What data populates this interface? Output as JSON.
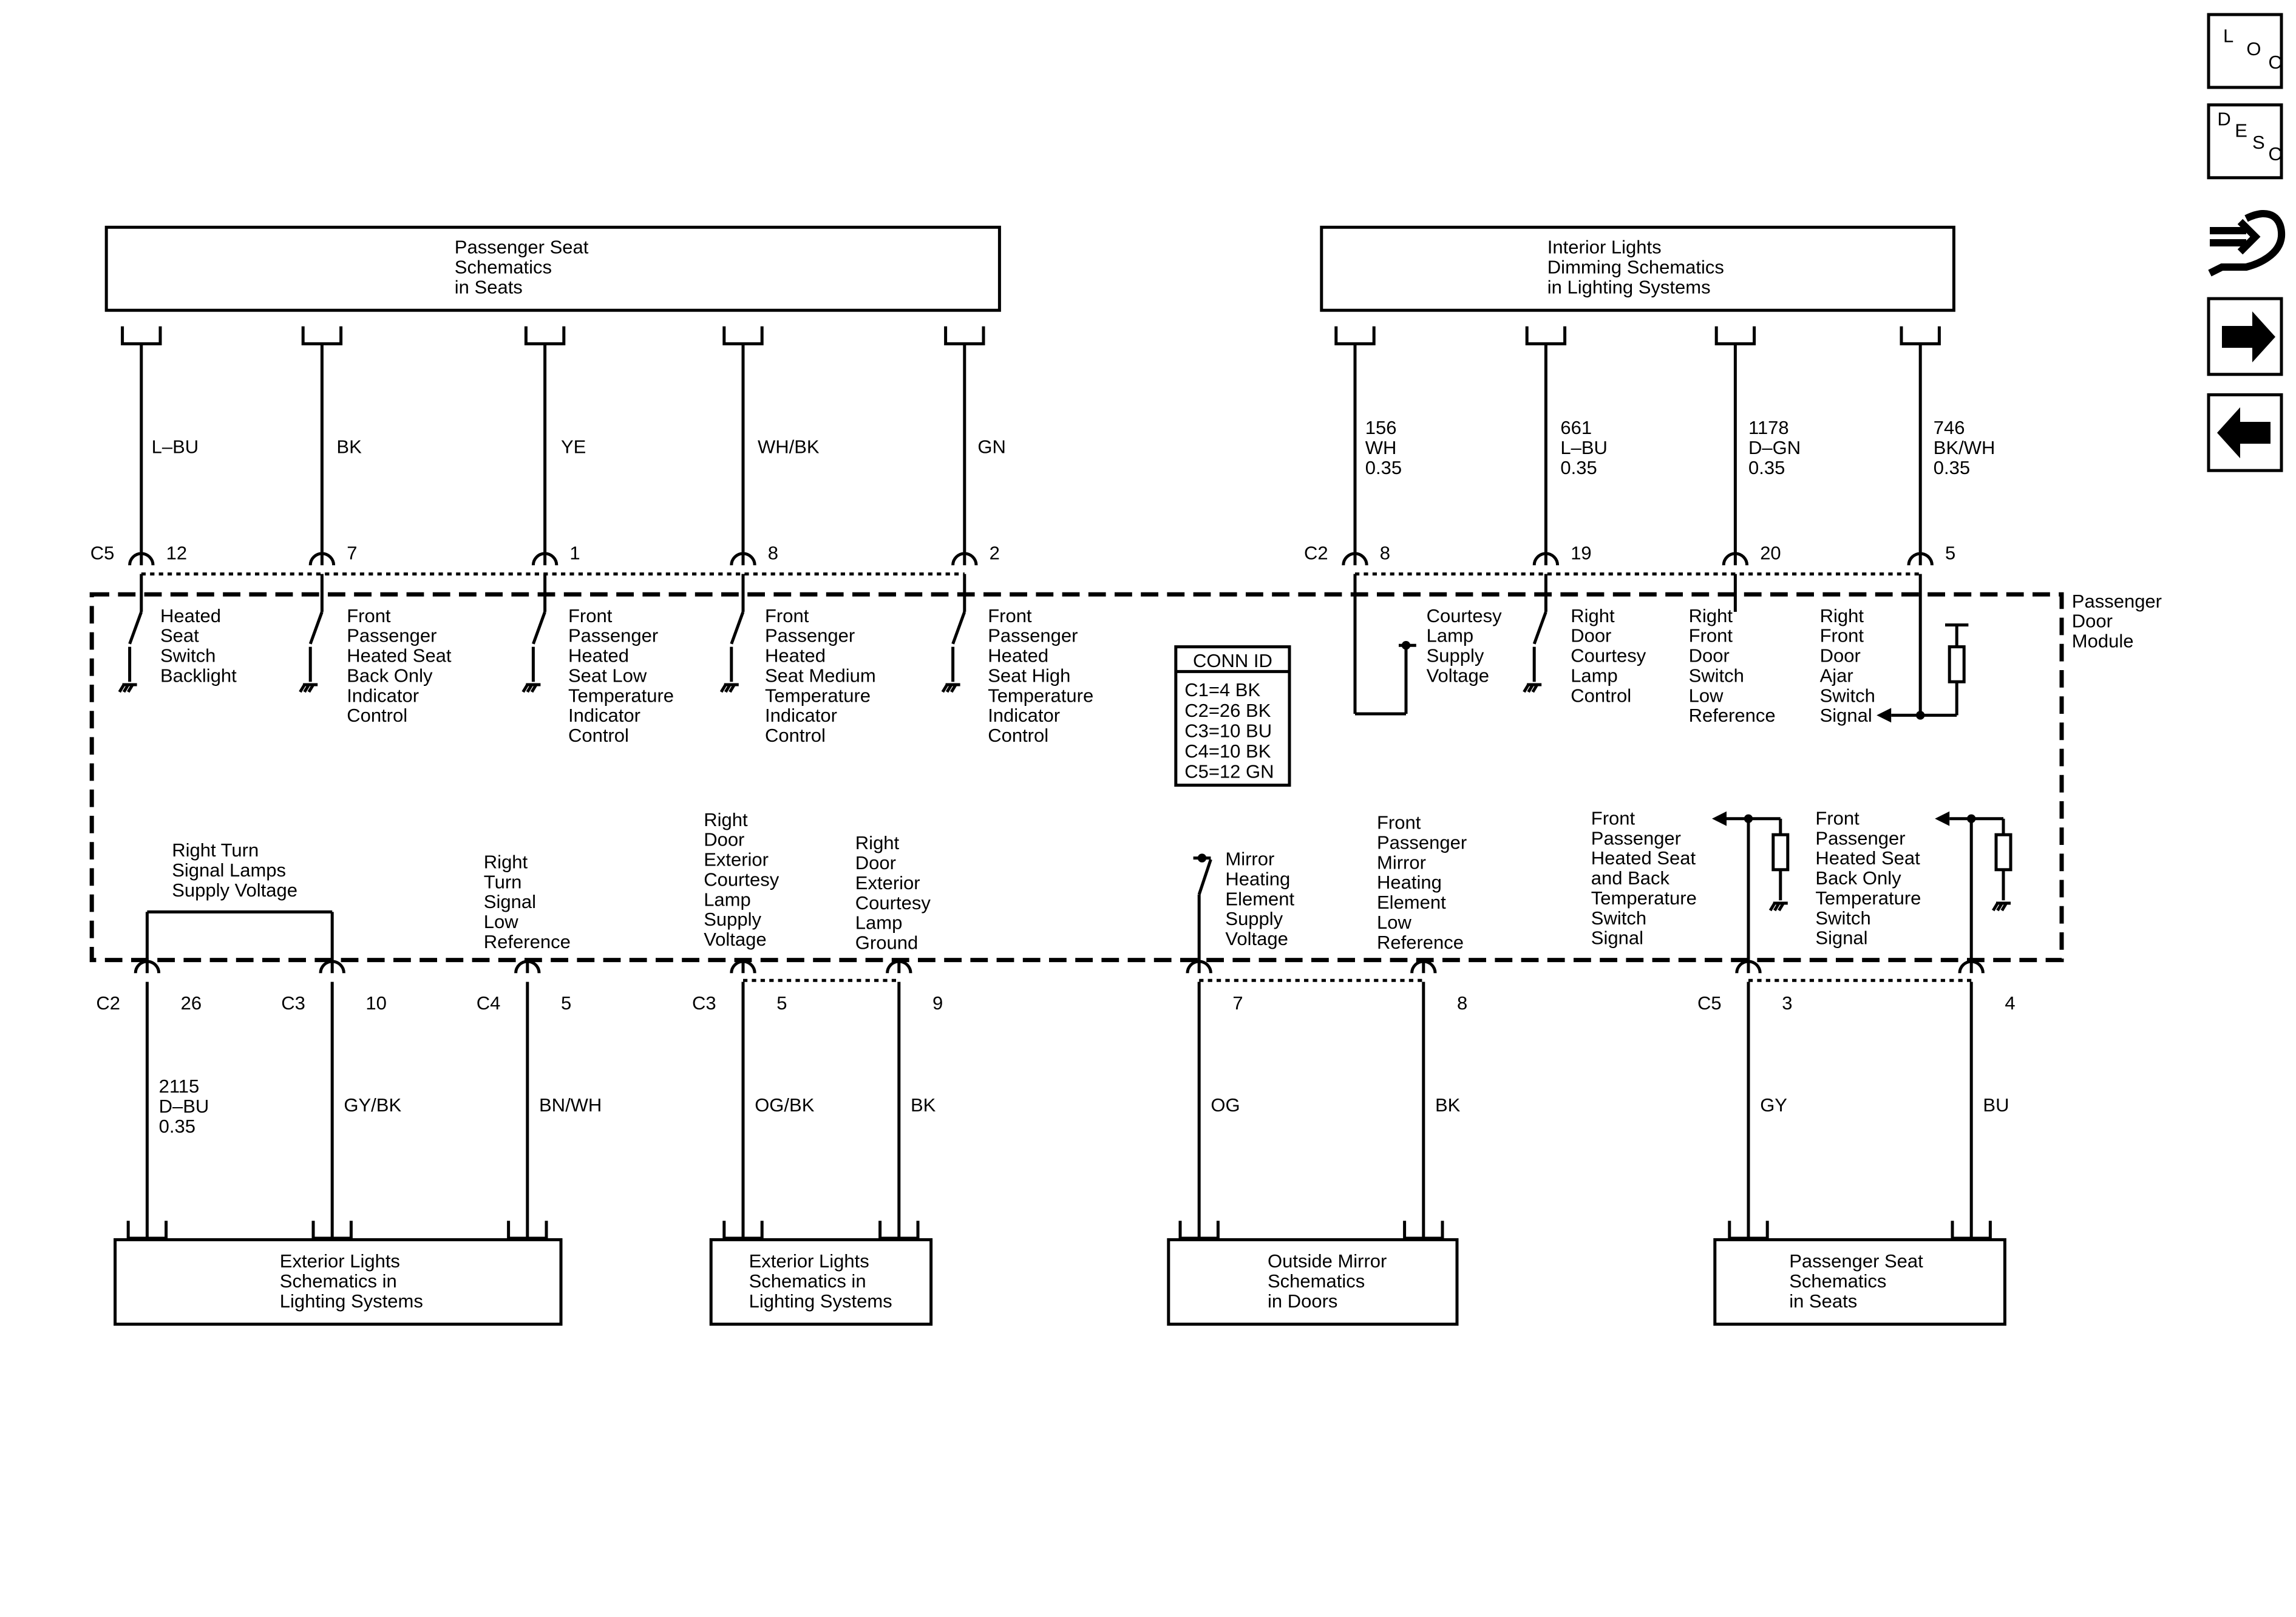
{
  "nav_buttons": {
    "loc": [
      "L",
      "O",
      "C"
    ],
    "desc": [
      "D",
      "E",
      "S",
      "C"
    ]
  },
  "module": {
    "label": [
      "Passenger",
      "Door",
      "Module"
    ]
  },
  "conn_table": {
    "title": "CONN ID",
    "rows": [
      "C1=4 BK",
      "C2=26 BK",
      "C3=10 BU",
      "C4=10 BK",
      "C5=12 GN"
    ]
  },
  "boxes": {
    "top_left": [
      "Passenger Seat",
      "Schematics",
      "in Seats"
    ],
    "top_right": [
      "Interior Lights",
      "Dimming Schematics",
      "in Lighting Systems"
    ],
    "bottom_1": [
      "Exterior Lights",
      "Schematics in",
      "Lighting Systems"
    ],
    "bottom_2": [
      "Exterior Lights",
      "Schematics in",
      "Lighting Systems"
    ],
    "bottom_3": [
      "Outside Mirror",
      "Schematics",
      "in Doors"
    ],
    "bottom_4": [
      "Passenger Seat",
      "Schematics",
      "in Seats"
    ]
  },
  "top_wires": [
    {
      "connector": "C5",
      "pin": "12",
      "wire": [
        "L–BU"
      ],
      "function": [
        "Heated",
        "Seat",
        "Switch",
        "Backlight"
      ]
    },
    {
      "connector": "",
      "pin": "7",
      "wire": [
        "BK"
      ],
      "function": [
        "Front",
        "Passenger",
        "Heated Seat",
        "Back Only",
        "Indicator",
        "Control"
      ]
    },
    {
      "connector": "",
      "pin": "1",
      "wire": [
        "YE"
      ],
      "function": [
        "Front",
        "Passenger",
        "Heated",
        "Seat Low",
        "Temperature",
        "Indicator",
        "Control"
      ]
    },
    {
      "connector": "",
      "pin": "8",
      "wire": [
        "WH/BK"
      ],
      "function": [
        "Front",
        "Passenger",
        "Heated",
        "Seat Medium",
        "Temperature",
        "Indicator",
        "Control"
      ]
    },
    {
      "connector": "",
      "pin": "2",
      "wire": [
        "GN"
      ],
      "function": [
        "Front",
        "Passenger",
        "Heated",
        "Seat High",
        "Temperature",
        "Indicator",
        "Control"
      ]
    },
    {
      "connector": "C2",
      "pin": "8",
      "wire": [
        "156",
        "WH",
        "0.35"
      ],
      "function": [
        "Courtesy",
        "Lamp",
        "Supply",
        "Voltage"
      ]
    },
    {
      "connector": "",
      "pin": "19",
      "wire": [
        "661",
        "L–BU",
        "0.35"
      ],
      "function": [
        "Right",
        "Door",
        "Courtesy",
        "Lamp",
        "Control"
      ]
    },
    {
      "connector": "",
      "pin": "20",
      "wire": [
        "1178",
        "D–GN",
        "0.35"
      ],
      "function": [
        "Right",
        "Front",
        "Door",
        "Switch",
        "Low",
        "Reference"
      ]
    },
    {
      "connector": "",
      "pin": "5",
      "wire": [
        "746",
        "BK/WH",
        "0.35"
      ],
      "function": [
        "Right",
        "Front",
        "Door",
        "Ajar",
        "Switch",
        "Signal"
      ]
    }
  ],
  "bottom_wires": [
    {
      "connector": "C2",
      "pin": "26",
      "wire": [
        "2115",
        "D–BU",
        "0.35"
      ]
    },
    {
      "connector": "C3",
      "pin": "10",
      "wire": [
        "GY/BK"
      ]
    },
    {
      "connector": "C4",
      "pin": "5",
      "wire": [
        "BN/WH"
      ]
    },
    {
      "connector": "C3",
      "pin": "5",
      "wire": [
        "OG/BK"
      ]
    },
    {
      "connector": "",
      "pin": "9",
      "wire": [
        "BK"
      ]
    },
    {
      "connector": "",
      "pin": "7",
      "wire": [
        "OG"
      ]
    },
    {
      "connector": "",
      "pin": "8",
      "wire": [
        "BK"
      ]
    },
    {
      "connector": "C5",
      "pin": "3",
      "wire": [
        "GY"
      ]
    },
    {
      "connector": "",
      "pin": "4",
      "wire": [
        "BU"
      ]
    }
  ],
  "bottom_functions": {
    "turn_lamps": [
      "Right Turn",
      "Signal Lamps",
      "Supply Voltage"
    ],
    "turn_low_ref": [
      "Right",
      "Turn",
      "Signal",
      "Low",
      "Reference"
    ],
    "courtesy_supply": [
      "Right",
      "Door",
      "Exterior",
      "Courtesy",
      "Lamp",
      "Supply",
      "Voltage"
    ],
    "courtesy_ground": [
      "Right",
      "Door",
      "Exterior",
      "Courtesy",
      "Lamp",
      "Ground"
    ],
    "mirror_supply": [
      "Mirror",
      "Heating",
      "Element",
      "Supply",
      "Voltage"
    ],
    "mirror_low_ref": [
      "Front",
      "Passenger",
      "Mirror",
      "Heating",
      "Element",
      "Low",
      "Reference"
    ],
    "temp_signal": [
      "Front",
      "Passenger",
      "Heated Seat",
      "and Back",
      "Temperature",
      "Switch",
      "Signal"
    ],
    "back_temp_signal": [
      "Front",
      "Passenger",
      "Heated Seat",
      "Back Only",
      "Temperature",
      "Switch",
      "Signal"
    ]
  }
}
